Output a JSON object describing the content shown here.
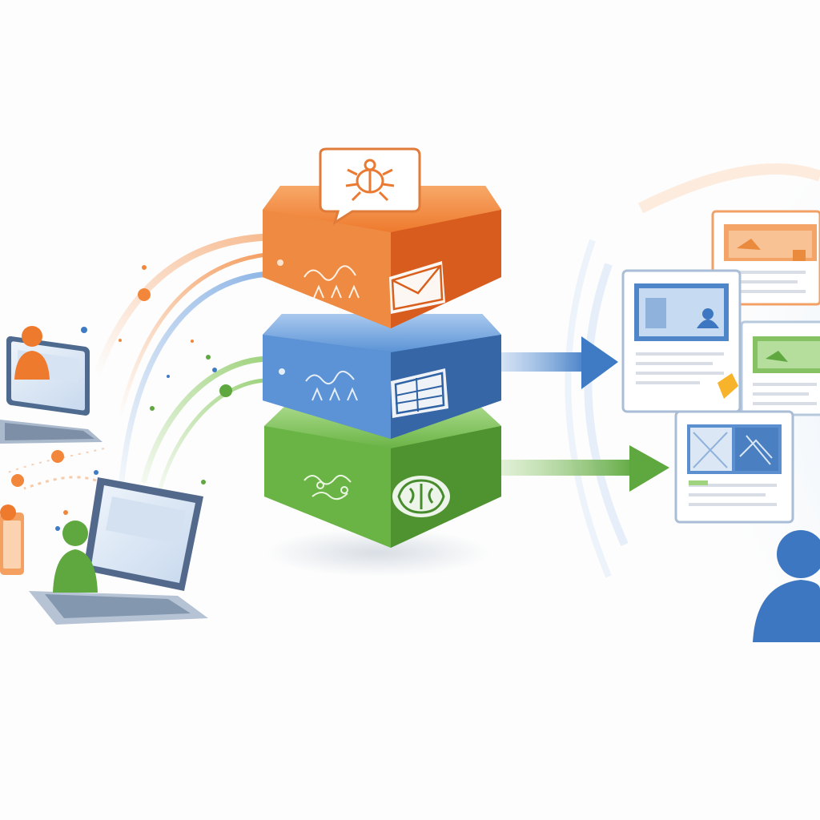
{
  "colors": {
    "orange": "#ee7a2e",
    "orange_dark": "#d95f1c",
    "orange_light": "#f6a266",
    "blue": "#3e7bc4",
    "blue_dark": "#2f62a4",
    "blue_light": "#86b2e6",
    "green": "#5ea83f",
    "green_dark": "#478c2c",
    "green_light": "#9fd37e",
    "card_border": "#9fb6d6",
    "person_blue": "#3d77c1",
    "person_orange": "#ee7a2e",
    "person_green": "#5ea83f"
  },
  "icons": {
    "bubble": "chat-bubble-icon",
    "bug": "bug-icon",
    "envelope": "envelope-icon",
    "tray": "tray-icon",
    "brain": "brain-icon",
    "cluster": "cluster-icon",
    "laptop": "laptop-icon",
    "user": "user-icon",
    "arrow": "arrow-icon"
  },
  "diagram": {
    "layers": [
      "orange",
      "blue",
      "green"
    ],
    "outputs": [
      "blue",
      "green"
    ]
  }
}
